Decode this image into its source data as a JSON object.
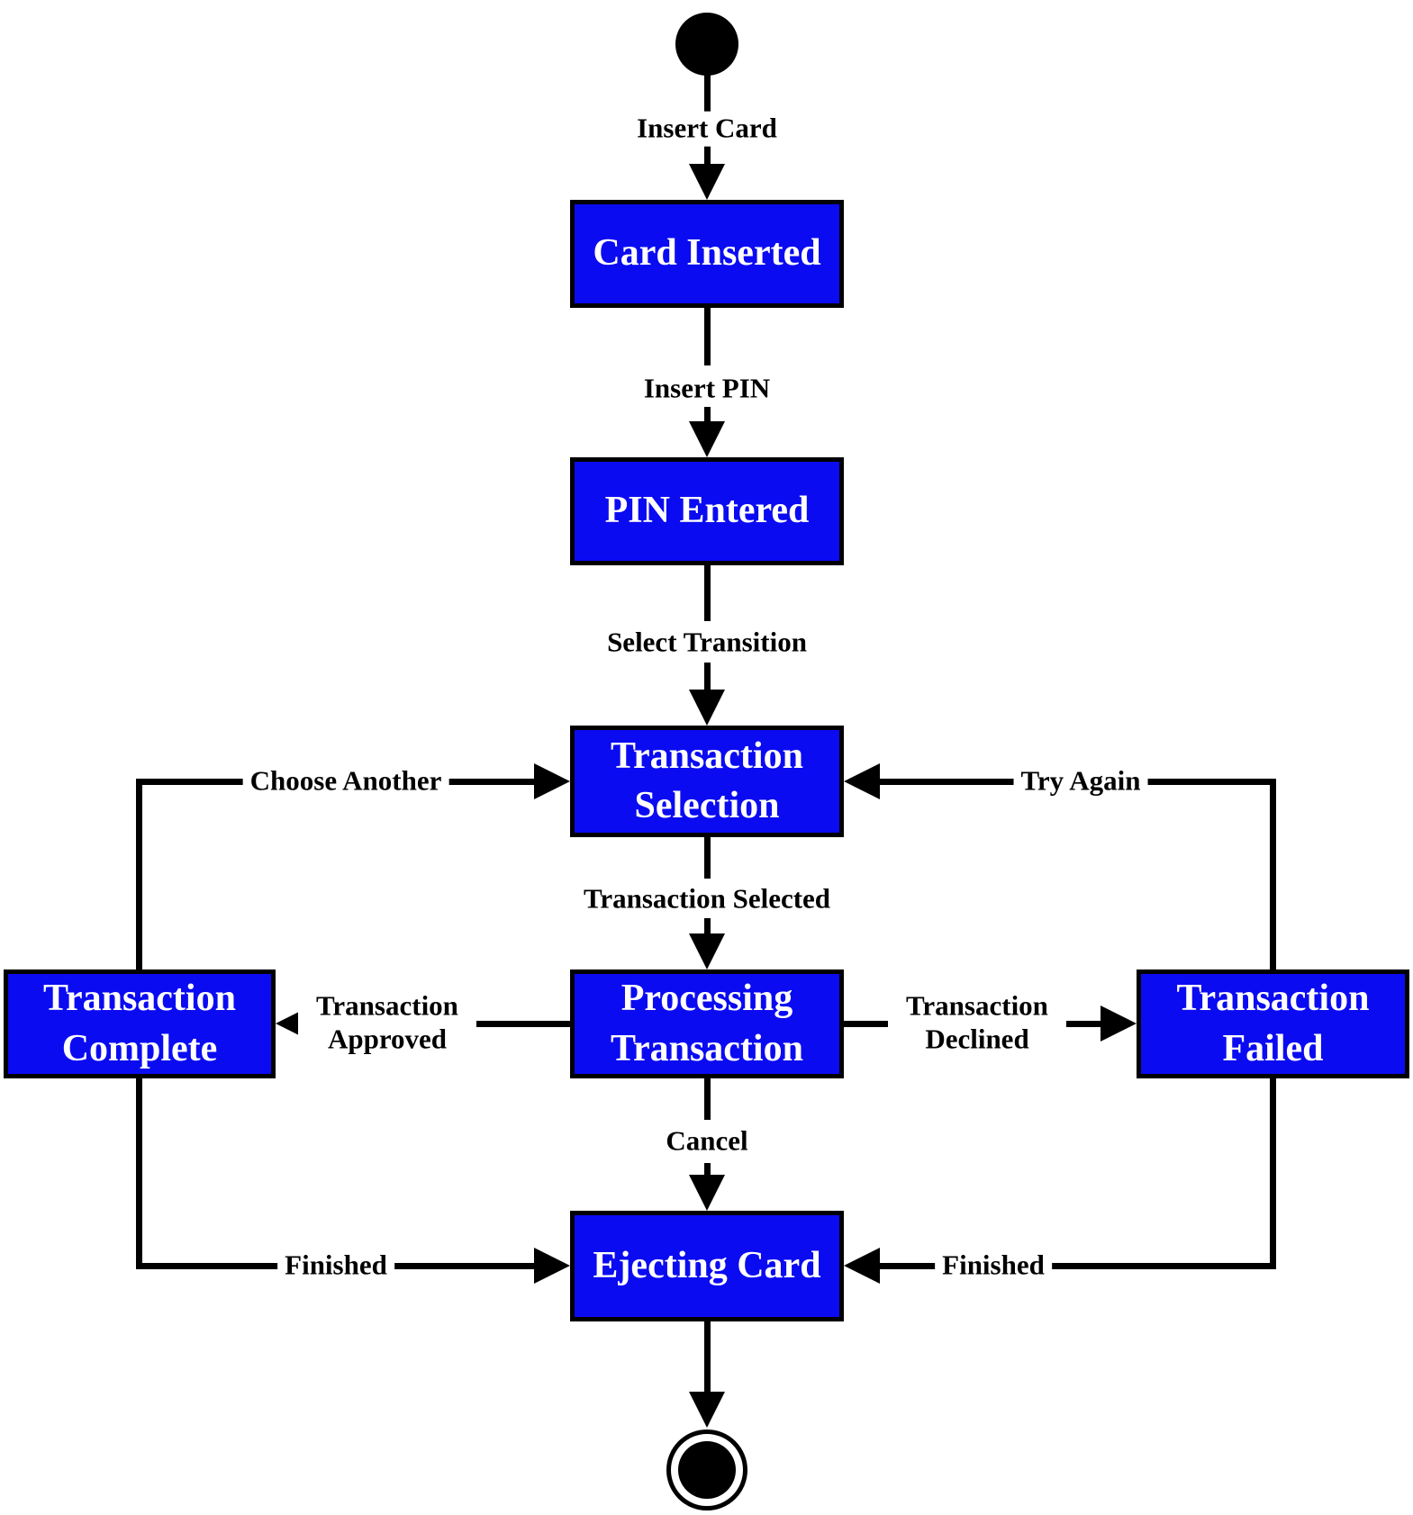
{
  "diagram": {
    "type": "uml-state-machine",
    "colors": {
      "state_fill": "#0b0bf2",
      "state_border": "#000000",
      "state_text": "#ffffff",
      "edge_color": "#000000",
      "edge_label_text": "#000000",
      "background": "#ffffff"
    },
    "initial_state": {
      "id": "initial",
      "shape": "filled-circle"
    },
    "final_state": {
      "id": "final",
      "shape": "ringed-circle"
    },
    "states": [
      {
        "id": "card-inserted",
        "label": "Card Inserted"
      },
      {
        "id": "pin-entered",
        "label": "PIN Entered"
      },
      {
        "id": "transaction-selection",
        "label": "Transaction Selection"
      },
      {
        "id": "processing-transaction",
        "label": "Processing Transaction"
      },
      {
        "id": "transaction-complete",
        "label": "Transaction Complete"
      },
      {
        "id": "transaction-failed",
        "label": "Transaction Failed"
      },
      {
        "id": "ejecting-card",
        "label": "Ejecting Card"
      }
    ],
    "transitions": [
      {
        "from": "initial",
        "to": "card-inserted",
        "label": "Insert Card"
      },
      {
        "from": "card-inserted",
        "to": "pin-entered",
        "label": "Insert PIN"
      },
      {
        "from": "pin-entered",
        "to": "transaction-selection",
        "label": "Select Transition"
      },
      {
        "from": "transaction-selection",
        "to": "processing-transaction",
        "label": "Transaction Selected"
      },
      {
        "from": "processing-transaction",
        "to": "transaction-complete",
        "label": "Transaction Approved"
      },
      {
        "from": "processing-transaction",
        "to": "transaction-failed",
        "label": "Transaction Declined"
      },
      {
        "from": "processing-transaction",
        "to": "ejecting-card",
        "label": "Cancel"
      },
      {
        "from": "transaction-complete",
        "to": "transaction-selection",
        "label": "Choose Another"
      },
      {
        "from": "transaction-failed",
        "to": "transaction-selection",
        "label": "Try Again"
      },
      {
        "from": "transaction-complete",
        "to": "ejecting-card",
        "label": "Finished"
      },
      {
        "from": "transaction-failed",
        "to": "ejecting-card",
        "label": "Finished"
      },
      {
        "from": "ejecting-card",
        "to": "final",
        "label": ""
      }
    ]
  }
}
